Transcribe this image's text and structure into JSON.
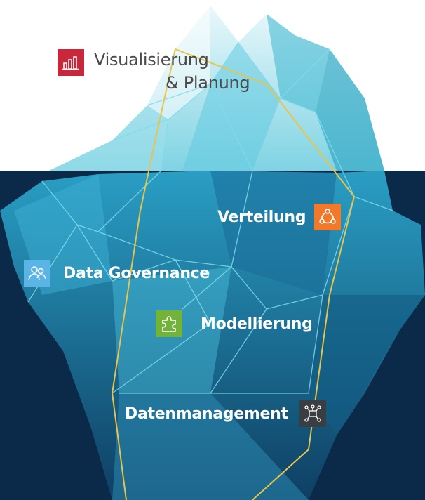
{
  "colors": {
    "water_dark": "#0b2a49",
    "ice_light": "#d8f1f6",
    "ice_mid": "#4fc3d9",
    "ice_deep": "#1f7fa8",
    "line_yellow": "#e8c44a",
    "line_cyan": "#7fdcec",
    "vis_red": "#c8283c",
    "vert_orange": "#f07a2a",
    "gov_blue": "#5ab4e6",
    "mod_green": "#72b43a",
    "dat_gray": "#3a3e42"
  },
  "labels": {
    "visualisierung": {
      "line1": "Visualisierung",
      "line2": "& Planung",
      "icon": "bar-chart-icon"
    },
    "verteilung": {
      "text": "Verteilung",
      "icon": "network-share-icon"
    },
    "governance": {
      "text": "Data Governance",
      "icon": "people-icon"
    },
    "modellierung": {
      "text": "Modellierung",
      "icon": "puzzle-icon"
    },
    "datenmanagement": {
      "text": "Datenmanagement",
      "icon": "database-network-icon"
    }
  }
}
